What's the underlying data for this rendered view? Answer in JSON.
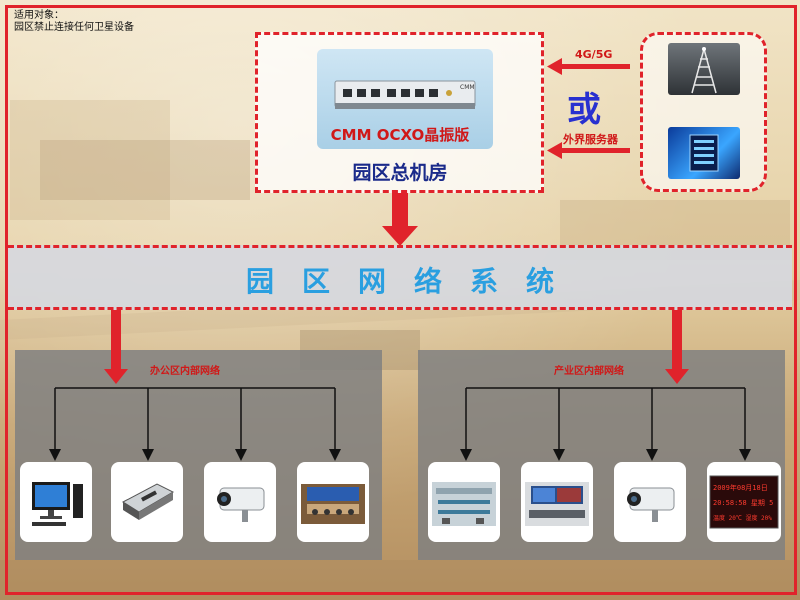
{
  "note": {
    "line1": "适用对象：",
    "line2": "园区禁止连接任何卫星设备"
  },
  "main_room": {
    "device_label": "CMM OCXO晶振版",
    "room_label": "园区总机房",
    "device_brand_text": "CMM"
  },
  "external": {
    "link1_label": "4G/5G",
    "or_text": "或",
    "link2_label": "外界服务器"
  },
  "band": {
    "title": "园区网络系统"
  },
  "office": {
    "title": "办公区内部网络",
    "devices": [
      "computer-icon",
      "printer-icon",
      "camera-icon",
      "meeting-room-photo"
    ]
  },
  "industry": {
    "title": "产业区内部网络",
    "devices": [
      "factory-line-photo",
      "control-room-photo",
      "camera-icon",
      "led-clock-display"
    ]
  },
  "clock_display": {
    "line1": "2009年08月18日",
    "line2": "20:58:58 星期 5",
    "line3": "温度 20℃ 湿度 20%"
  },
  "colors": {
    "accent_red": "#e0232b",
    "title_blue": "#2a9fe0",
    "room_blue": "#1a2a8a",
    "or_blue": "#2830d0"
  }
}
